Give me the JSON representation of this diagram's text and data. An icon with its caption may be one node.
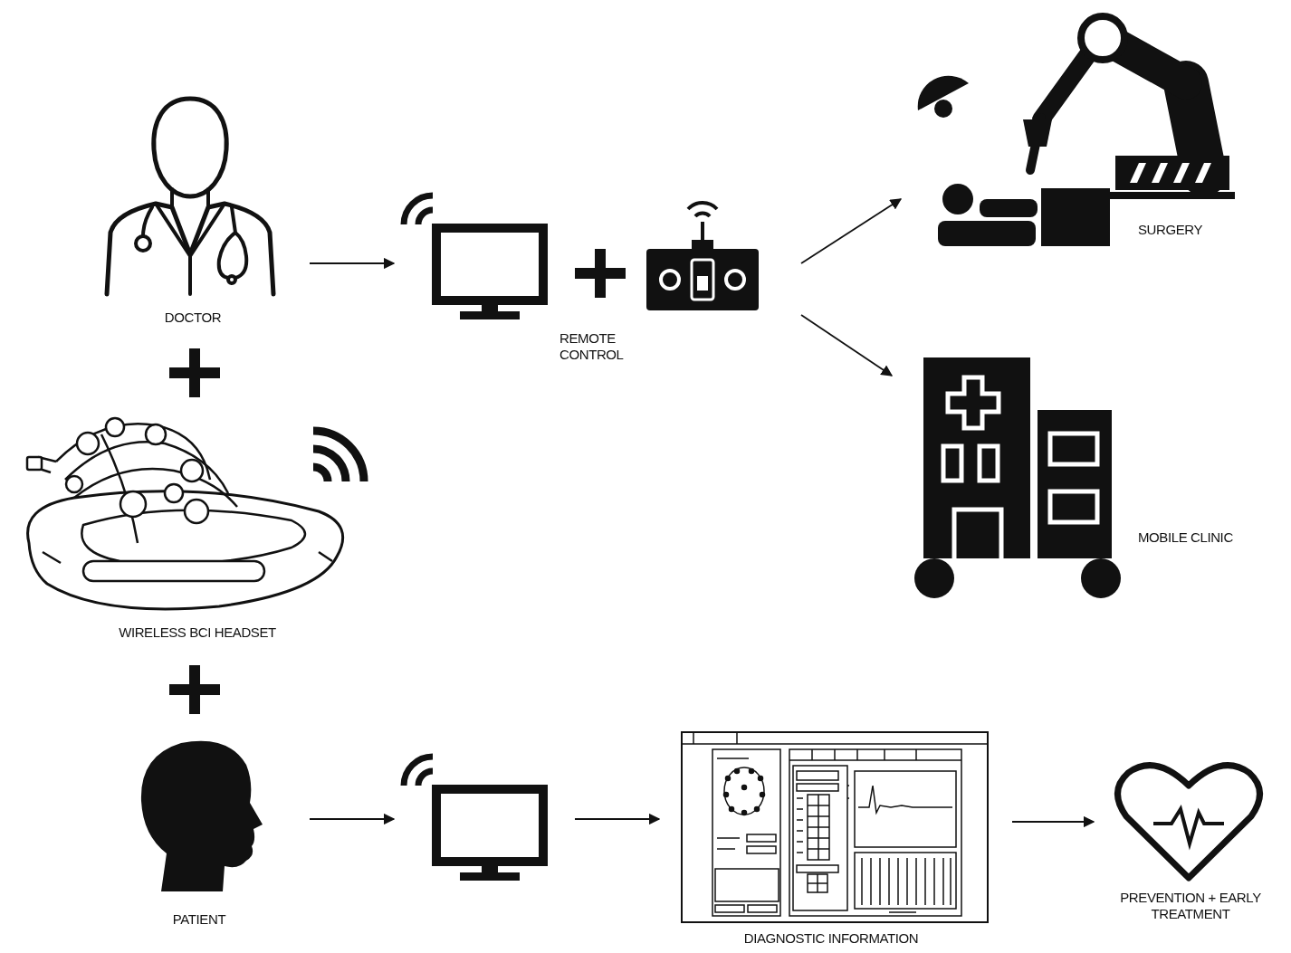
{
  "diagram": {
    "nodes": [
      {
        "text": [
          "DOCTOR"
        ]
      },
      {
        "text": [
          "WIRELESS BCI HEADSET"
        ]
      },
      {
        "text": [
          "PATIENT"
        ]
      },
      {
        "text": [],
        "shape": "picture"
      },
      {
        "text": [
          "REMOTE CONTROL"
        ]
      },
      {
        "text": [
          "SURGERY"
        ]
      },
      {
        "text": [
          "MOBILE CLINIC"
        ]
      },
      {
        "text": [],
        "shape": "picture"
      },
      {
        "text": [
          "DIAGNOSTIC INFORMATION"
        ]
      },
      {
        "text": [
          "PREVENTION + EARLY TREATMENT"
        ]
      }
    ],
    "edges": [
      {
        "from": 0,
        "to": 3,
        "arrow": "to"
      },
      {
        "from": 4,
        "to": 5,
        "arrow": "to"
      },
      {
        "from": 4,
        "to": 6,
        "arrow": "to"
      },
      {
        "from": 2,
        "to": 7,
        "arrow": "to"
      },
      {
        "from": 7,
        "to": 8,
        "arrow": "to"
      },
      {
        "from": 8,
        "to": 9,
        "arrow": "to"
      }
    ]
  }
}
